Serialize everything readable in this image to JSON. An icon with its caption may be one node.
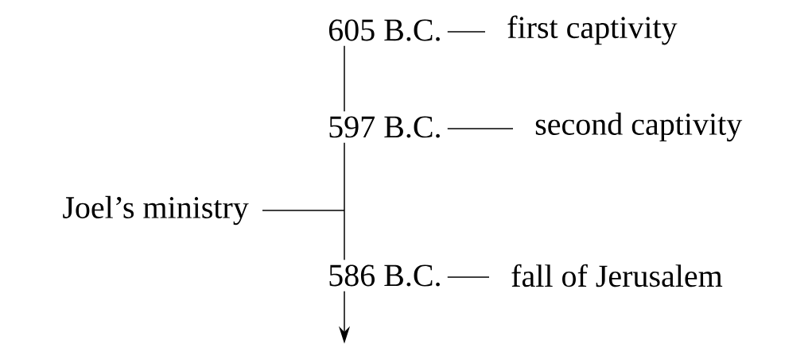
{
  "diagram": {
    "nodes": [
      {
        "text": [
          "605 B.C."
        ]
      },
      {
        "text": [
          "first captivity"
        ]
      },
      {
        "text": [
          "597 B.C."
        ]
      },
      {
        "text": [
          "second captivity"
        ]
      },
      {
        "text": [
          "Joel’s ministry"
        ]
      },
      {
        "text": [
          "586 B.C."
        ]
      },
      {
        "text": [
          "fall of Jerusalem"
        ]
      }
    ],
    "edges": [
      {
        "from": 0,
        "to": 1,
        "arrow": "none"
      },
      {
        "from": 0,
        "to": 2,
        "arrow": "none"
      },
      {
        "from": 2,
        "to": 3,
        "arrow": "none"
      },
      {
        "from": 2,
        "to": 5,
        "arrow": "none"
      },
      {
        "from": 4,
        "to": null,
        "arrow": "none"
      },
      {
        "from": 5,
        "to": 6,
        "arrow": "none"
      },
      {
        "from": 5,
        "to": null,
        "arrow": "to"
      }
    ]
  }
}
